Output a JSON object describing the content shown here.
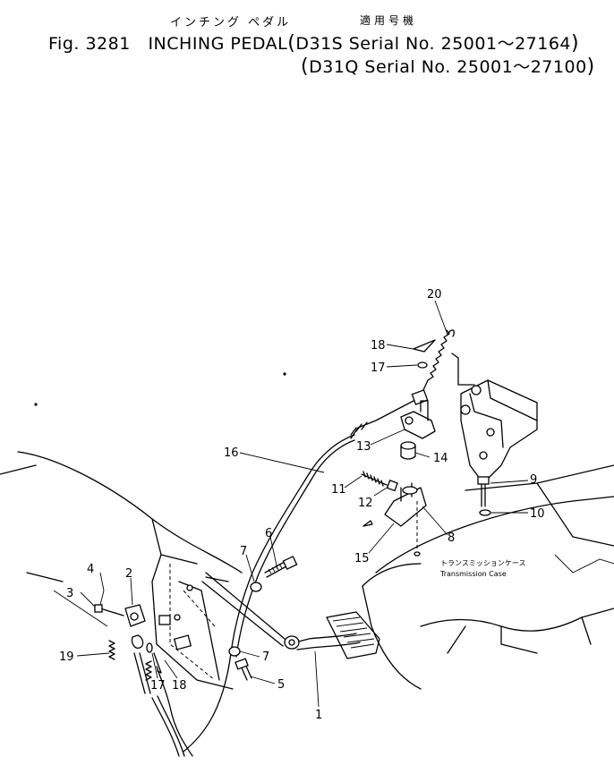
{
  "header": {
    "jp_title": "インチング ペダル",
    "jp_applicability": "適用号機",
    "fig_label": "Fig. 3281",
    "title": "INCHING PEDAL",
    "serial_1": "D31S Serial No. 25001～27164",
    "serial_2": "D31Q Serial No. 25001～27100"
  },
  "diagram": {
    "case_label_jp": "トランスミッションケース",
    "case_label_en": "Transmission Case",
    "callouts": [
      "20",
      "18",
      "17",
      "13",
      "14",
      "16",
      "11",
      "12",
      "9",
      "10",
      "15",
      "8",
      "7",
      "6",
      "4",
      "2",
      "3",
      "19",
      "17",
      "18",
      "7",
      "5",
      "1"
    ]
  }
}
